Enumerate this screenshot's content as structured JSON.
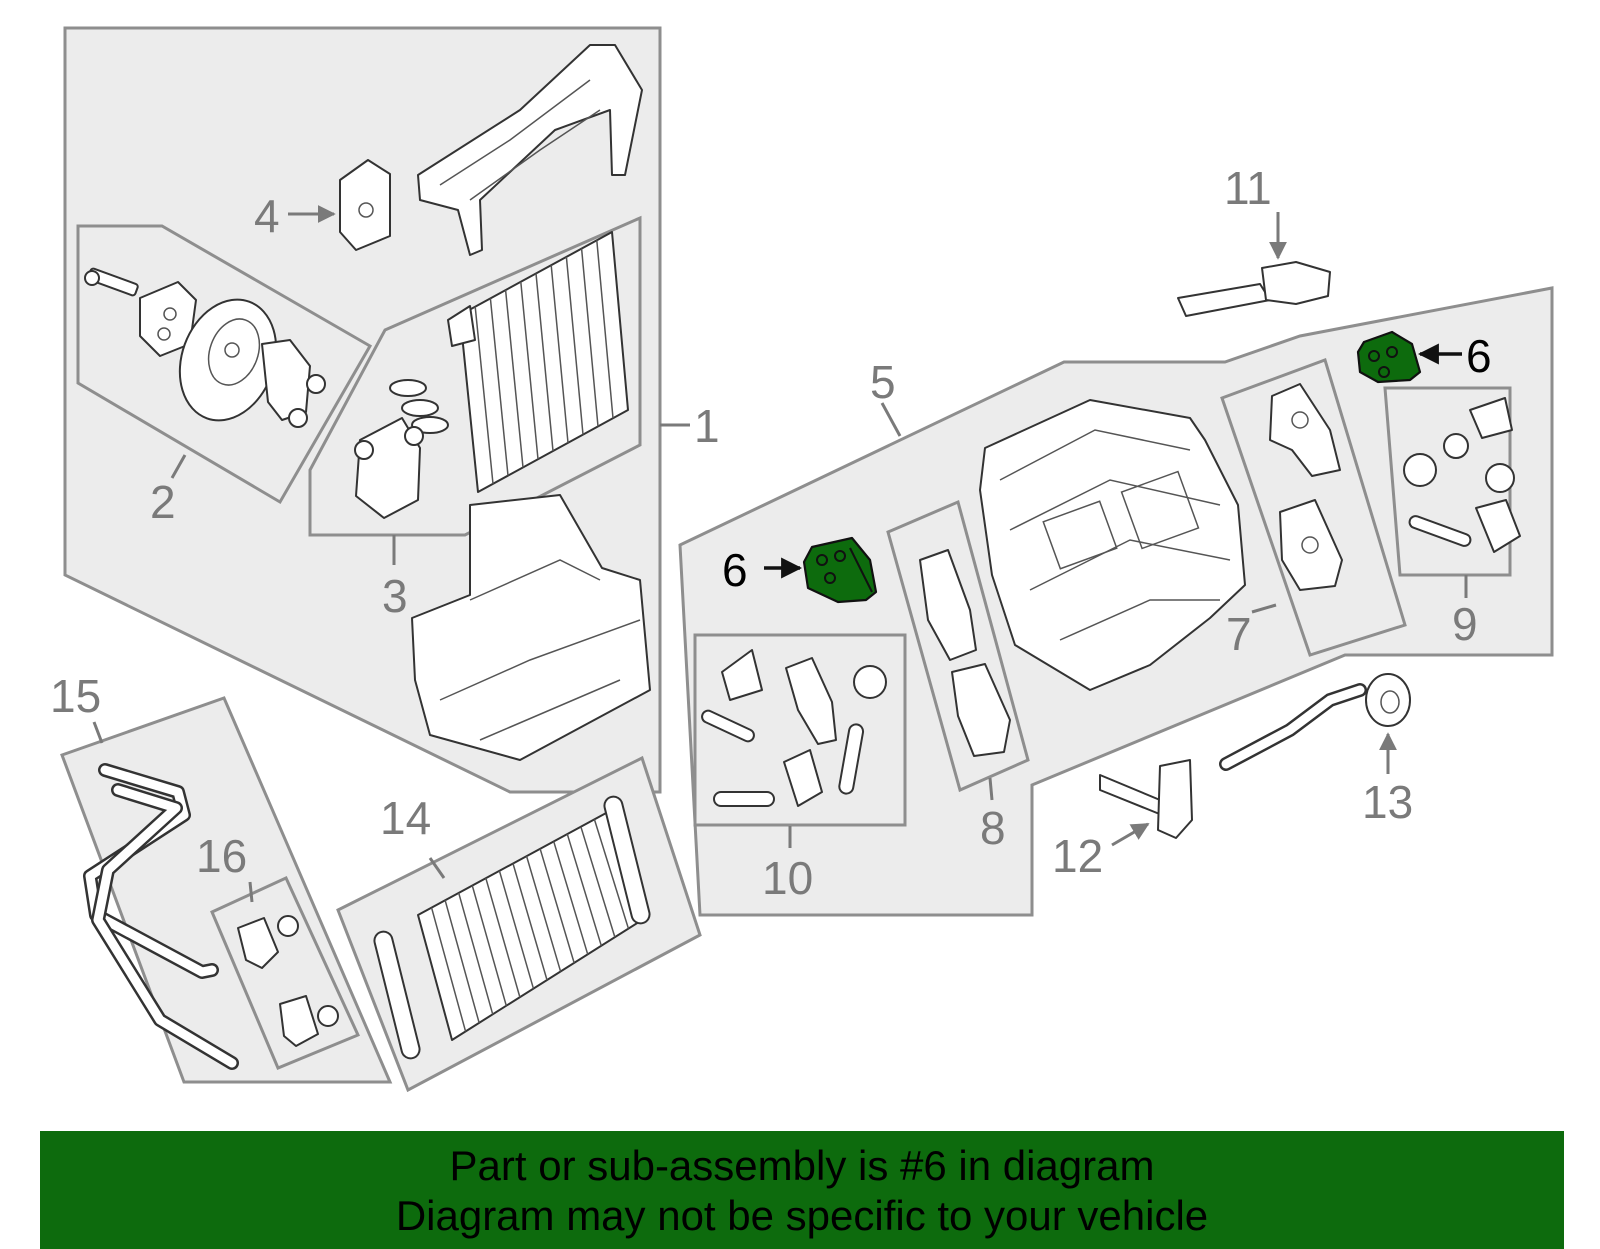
{
  "callouts": [
    "1",
    "2",
    "3",
    "4",
    "5",
    "6",
    "6",
    "7",
    "8",
    "9",
    "10",
    "11",
    "12",
    "13",
    "14",
    "15",
    "16"
  ],
  "highlight_color": "#0d6b0d",
  "banner": {
    "line1": "Part or sub-assembly is #6 in diagram",
    "line2": "Diagram may not be specific to your vehicle"
  }
}
